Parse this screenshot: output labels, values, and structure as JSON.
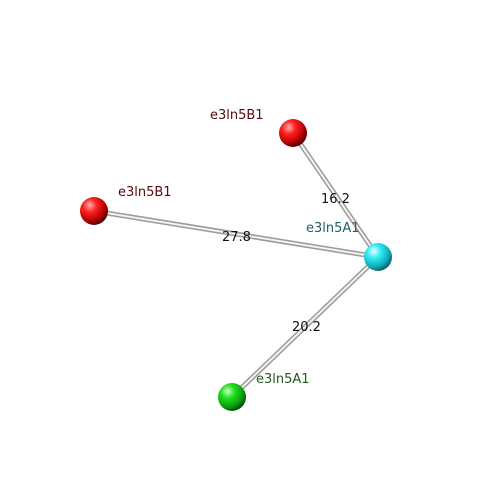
{
  "atoms": [
    {
      "id": "top",
      "label": "e3ln5B1",
      "color": "#ff1a1a",
      "label_color": "#5a0a0a"
    },
    {
      "id": "left",
      "label": "e3ln5B1",
      "color": "#ff1a1a",
      "label_color": "#5a0a0a"
    },
    {
      "id": "center",
      "label": "e3ln5A1",
      "color": "#22e6f0",
      "label_color": "#1f5f66"
    },
    {
      "id": "bottom",
      "label": "e3ln5A1",
      "color": "#1fe01f",
      "label_color": "#1f5a1f"
    }
  ],
  "bonds": [
    {
      "from": "top",
      "to": "center",
      "distance": "16.2"
    },
    {
      "from": "left",
      "to": "center",
      "distance": "27.8"
    },
    {
      "from": "bottom",
      "to": "center",
      "distance": "20.2"
    }
  ]
}
